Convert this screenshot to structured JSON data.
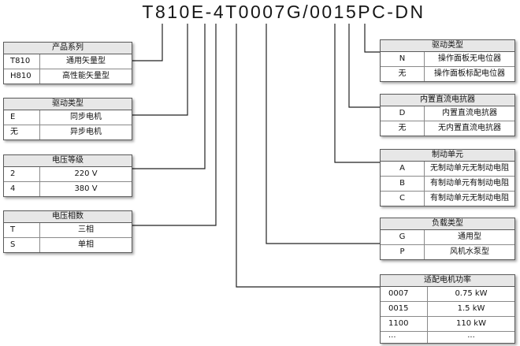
{
  "model_code": "T810E-4T0007G/0015PC-DN",
  "boxes": [
    {
      "title": "产品系列",
      "rows": [
        [
          "T810",
          "通用矢量型"
        ],
        [
          "H810",
          "高性能矢量型"
        ]
      ]
    },
    {
      "title": "驱动类型",
      "rows": [
        [
          "E",
          "同步电机"
        ],
        [
          "无",
          "异步电机"
        ]
      ]
    },
    {
      "title": "电压等级",
      "rows": [
        [
          "2",
          "220 V"
        ],
        [
          "4",
          "380 V"
        ]
      ]
    },
    {
      "title": "电压相数",
      "rows": [
        [
          "T",
          "三相"
        ],
        [
          "S",
          "单相"
        ]
      ]
    },
    {
      "title": "驱动类型",
      "rows": [
        [
          "N",
          "操作面板无电位器"
        ],
        [
          "无",
          "操作面板标配电位器"
        ]
      ]
    },
    {
      "title": "内置直流电抗器",
      "rows": [
        [
          "D",
          "内置直流电抗器"
        ],
        [
          "无",
          "无内置直流电抗器"
        ]
      ]
    },
    {
      "title": "制动单元",
      "rows": [
        [
          "A",
          "无制动单元无制动电阻"
        ],
        [
          "B",
          "有制动单元有制动电阻"
        ],
        [
          "C",
          "有制动单元无制动电阻"
        ]
      ]
    },
    {
      "title": "负载类型",
      "rows": [
        [
          "G",
          "通用型"
        ],
        [
          "P",
          "风机水泵型"
        ]
      ]
    },
    {
      "title": "适配电机功率",
      "rows": [
        [
          "0007",
          "0.75 kW"
        ],
        [
          "0015",
          "1.5 kW"
        ],
        [
          "1100",
          "110 kW"
        ],
        [
          "...",
          "..."
        ]
      ]
    }
  ]
}
